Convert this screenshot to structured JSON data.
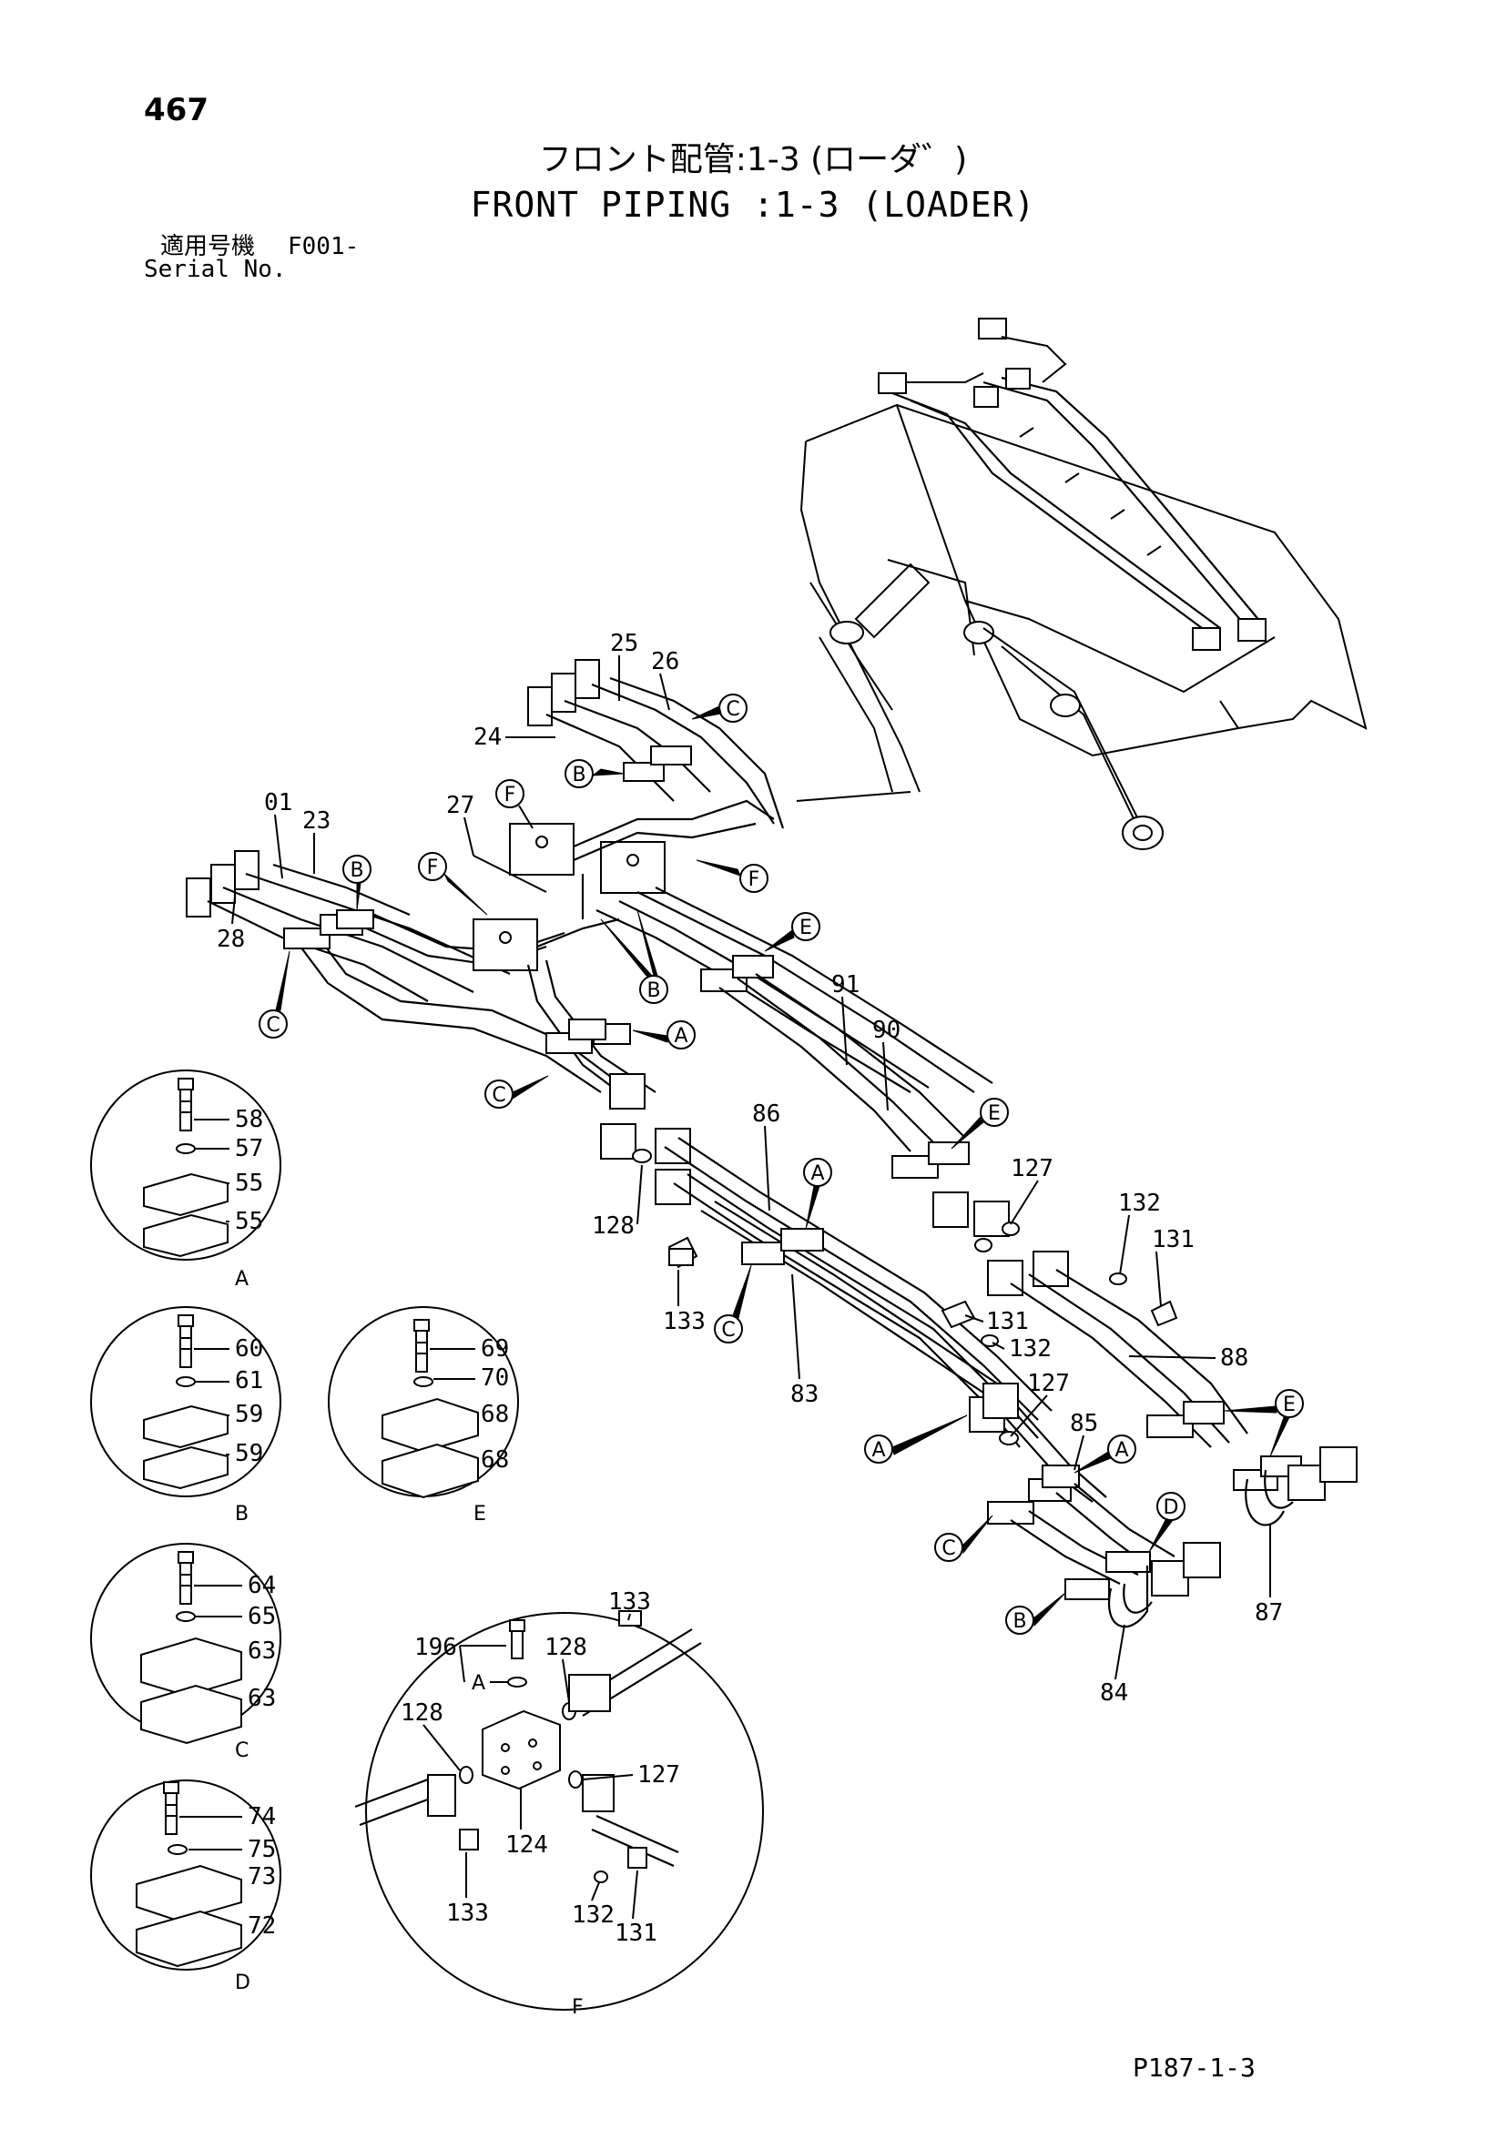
{
  "page": {
    "number": "467",
    "title_ja": "フロント配管:1-3 (ローダ゛)",
    "title_en": "FRONT PIPING :1-3 (LOADER)",
    "serial_ja": "適用号機",
    "serial_code": "F001-",
    "serial_en": "Serial No.",
    "code": "P187-1-3"
  },
  "callouts": {
    "p01": "01",
    "p23": "23",
    "p24": "24",
    "p25": "25",
    "p26": "26",
    "p27": "27",
    "p28": "28",
    "p83": "83",
    "p84": "84",
    "p85": "85",
    "p86": "86",
    "p87": "87",
    "p88": "88",
    "p90": "90",
    "p91": "91",
    "p127a": "127",
    "p127b": "127",
    "p128": "128",
    "p131a": "131",
    "p131b": "131",
    "p132a": "132",
    "p132b": "132",
    "p133": "133"
  },
  "clamp_refs": {
    "A": "A",
    "B": "B",
    "C": "C",
    "D": "D",
    "E": "E",
    "F": "F"
  },
  "details": {
    "A": {
      "letter": "A",
      "bolt": "58",
      "washer": "57",
      "clamp_top": "55",
      "clamp_bottom": "55"
    },
    "B": {
      "letter": "B",
      "bolt": "60",
      "washer": "61",
      "clamp_top": "59",
      "clamp_bottom": "59"
    },
    "C": {
      "letter": "C",
      "bolt": "64",
      "washer": "65",
      "clamp_top": "63",
      "clamp_bottom": "63"
    },
    "D": {
      "letter": "D",
      "bolt": "74",
      "washer": "75",
      "clamp_top": "73",
      "clamp_bottom": "72"
    },
    "E": {
      "letter": "E",
      "bolt": "69",
      "washer": "70",
      "clamp_top": "68",
      "clamp_bottom": "68"
    },
    "F": {
      "letter": "F",
      "l196": "196",
      "sub": "A",
      "l128a": "128",
      "l128b": "128",
      "l133a": "133",
      "l127": "127",
      "l124": "124",
      "l133b": "133",
      "l132": "132",
      "l131": "131"
    }
  }
}
